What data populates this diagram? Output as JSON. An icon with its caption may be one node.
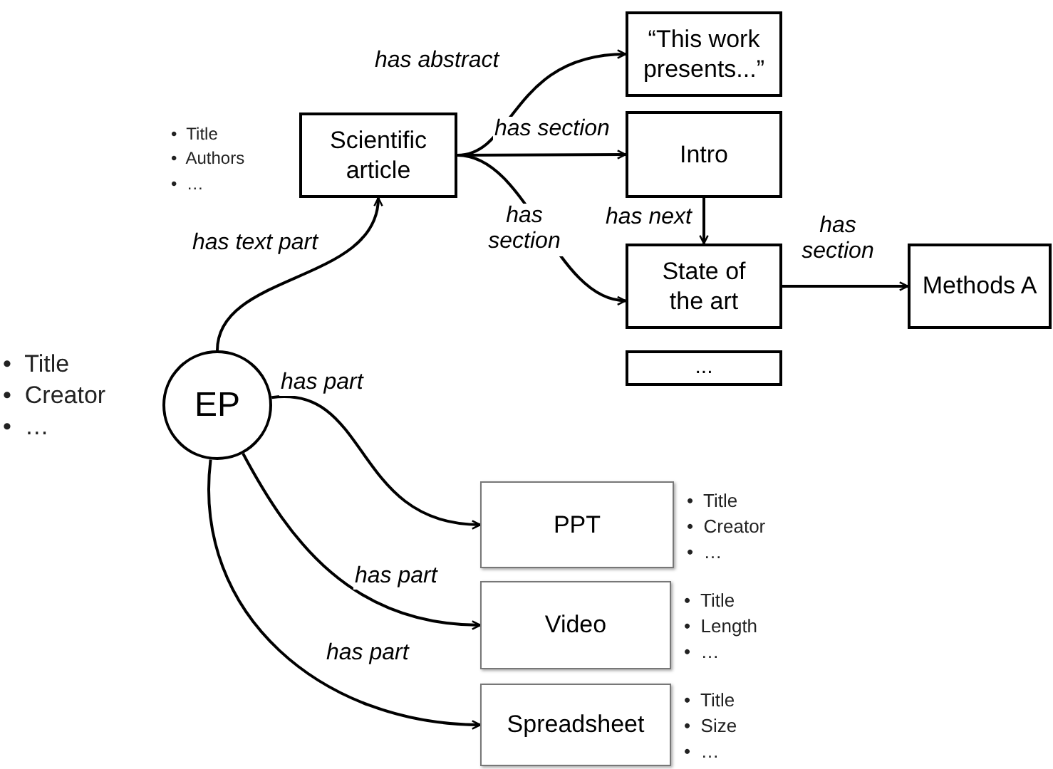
{
  "diagram": {
    "nodes": [
      {
        "text": [
          "“This work presents...”"
        ]
      },
      {
        "text": [
          "Scientific article"
        ],
        "beside": [
          "•  Title",
          "•  Authors",
          "•  …"
        ]
      },
      {
        "text": [
          "Intro"
        ]
      },
      {
        "text": [
          "State of the art"
        ]
      },
      {
        "text": [
          "Methods A"
        ]
      },
      {
        "text": [
          "..."
        ]
      },
      {
        "text": [
          "EP"
        ],
        "beside": [
          "•  Title",
          "•  Creator",
          "•  …"
        ]
      },
      {
        "text": [
          "PPT"
        ],
        "beside": [
          "•  Title",
          "•  Creator",
          "•  …"
        ]
      },
      {
        "text": [
          "Video"
        ],
        "beside": [
          "•  Title",
          "•  Length",
          "•  …"
        ]
      },
      {
        "text": [
          "Spreadsheet"
        ],
        "beside": [
          "•  Title",
          "•  Size",
          "•  …"
        ]
      }
    ],
    "edges": [
      {
        "from": 6,
        "to": 1,
        "arrow": "to",
        "label": "has text part"
      },
      {
        "from": 1,
        "to": 0,
        "arrow": "to",
        "label": "has abstract"
      },
      {
        "from": 1,
        "to": 2,
        "arrow": "to",
        "label": "has section"
      },
      {
        "from": 1,
        "to": 3,
        "arrow": "to",
        "label": "has section"
      },
      {
        "from": 2,
        "to": 3,
        "arrow": "to",
        "label": "has next"
      },
      {
        "from": 3,
        "to": 4,
        "arrow": "to",
        "label": "has section"
      },
      {
        "from": 6,
        "to": 7,
        "arrow": "to",
        "label": "has part"
      },
      {
        "from": 6,
        "to": 8,
        "arrow": "to",
        "label": "has part"
      },
      {
        "from": 6,
        "to": 9,
        "arrow": "to",
        "label": "has part"
      }
    ]
  }
}
